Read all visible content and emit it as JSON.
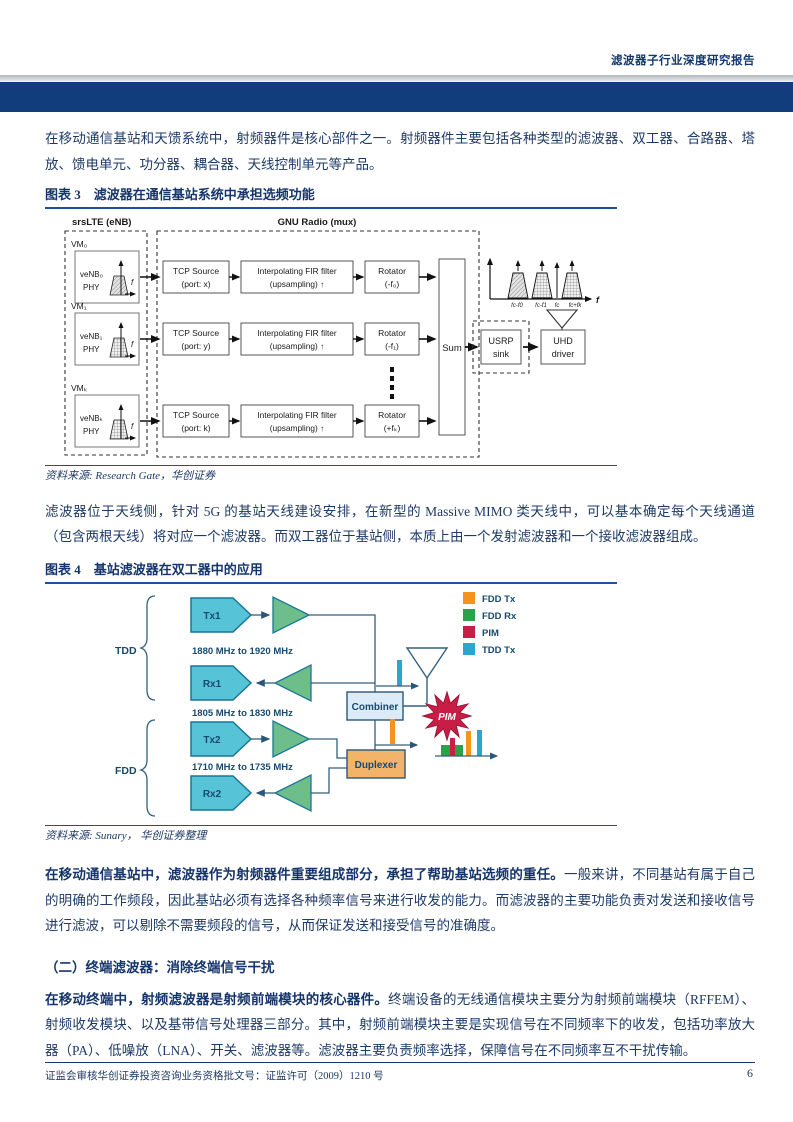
{
  "header": {
    "report_title": "滤波器子行业深度研究报告"
  },
  "body": {
    "p1": "在移动通信基站和天馈系统中，射频器件是核心部件之一。射频器件主要包括各种类型的滤波器、双工器、合路器、塔放、馈电单元、功分器、耦合器、天线控制单元等产品。",
    "p2": "滤波器位于天线侧，针对 5G 的基站天线建设安排，在新型的 Massive MIMO 类天线中，可以基本确定每个天线通道（包含两根天线）将对应一个滤波器。而双工器位于基站侧，本质上由一个发射滤波器和一个接收滤波器组成。",
    "p3_bold": "在移动通信基站中，滤波器作为射频器件重要组成部分，承担了帮助基站选频的重任。",
    "p3_rest": "一般来讲，不同基站有属于自己的明确的工作频段，因此基站必须有选择各种频率信号来进行收发的能力。而滤波器的主要功能负责对发送和接收信号进行滤波，可以剔除不需要频段的信号，从而保证发送和接受信号的准确度。",
    "section_heading": "（二）终端滤波器：消除终端信号干扰",
    "p4_bold": "在移动终端中，射频滤波器是射频前端模块的核心器件。",
    "p4_rest": "终端设备的无线通信模块主要分为射频前端模块（RFFEM）、射频收发模块、以及基带信号处理器三部分。其中，射频前端模块主要是实现信号在不同频率下的收发，包括功率放大器（PA）、低噪放（LNA）、开关、滤波器等。滤波器主要负责频率选择，保障信号在不同频率互不干扰传输。"
  },
  "figure3": {
    "title": "图表 3　滤波器在通信基站系统中承担选频功能",
    "source": "资料来源: Research Gate，华创证券",
    "srslte_label": "srsLTE (eNB)",
    "gnu_label": "GNU Radio (mux)",
    "rows": [
      {
        "vm": "VM₀",
        "venb": "veNB₀",
        "phy": "PHY",
        "f": "f",
        "tcp1": "TCP Source",
        "tcp2": "(port: x)",
        "fir1": "Interpolating FIR filter",
        "fir2": "(upsampling)  ↑",
        "rot1": "Rotator",
        "rot2": "(-f₀)"
      },
      {
        "vm": "VM₁",
        "venb": "veNB₁",
        "phy": "PHY",
        "f": "f",
        "tcp1": "TCP Source",
        "tcp2": "(port: y)",
        "fir1": "Interpolating FIR filter",
        "fir2": "(upsampling)  ↑",
        "rot1": "Rotator",
        "rot2": "(-f₁)"
      },
      {
        "vm": "VMₖ",
        "venb": "veNBₖ",
        "phy": "PHY",
        "f": "f",
        "tcp1": "TCP Source",
        "tcp2": "(port: k)",
        "fir1": "Interpolating FIR filter",
        "fir2": "(upsampling)  ↑",
        "rot1": "Rotator",
        "rot2": "(+fₖ)"
      }
    ],
    "sum": "Sum",
    "usrp1": "USRP",
    "usrp2": "sink",
    "uhd1": "UHD",
    "uhd2": "driver",
    "freq_axis": "f",
    "spectrum_ticks": [
      "fc-f0",
      "fc-f1",
      "fc",
      "fc+fk"
    ]
  },
  "figure4": {
    "title": "图表 4　基站滤波器在双工器中的应用",
    "source": "资料来源: Sunary， 华创证券整理",
    "legend": [
      {
        "label": "FDD Tx",
        "color": "#F5931E"
      },
      {
        "label": "FDD Rx",
        "color": "#2AA14A"
      },
      {
        "label": "PIM",
        "color": "#C81E45"
      },
      {
        "label": "TDD Tx",
        "color": "#2BA7CF"
      }
    ],
    "tdd": "TDD",
    "fdd": "FDD",
    "tx1": "Tx1",
    "rx1": "Rx1",
    "tx2": "Tx2",
    "rx2": "Rx2",
    "freq_tdd": "1880 MHz to 1920 MHz",
    "freq_fdd_tx": "1805 MHz to 1830 MHz",
    "freq_fdd_rx": "1710 MHz to 1735 MHz",
    "combiner": "Combiner",
    "duplexer": "Duplexer",
    "pim": "PIM"
  },
  "footer": {
    "left": "证监会审核华创证券投资咨询业务资格批文号：证监许可（2009）1210 号",
    "page_number": "6"
  }
}
